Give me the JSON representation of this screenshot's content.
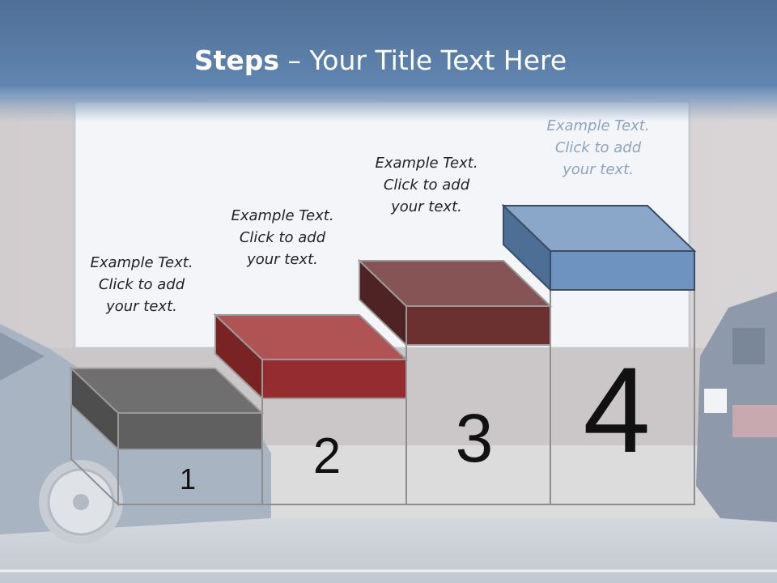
{
  "slide": {
    "title_bold": "Steps",
    "title_rest": " – Your Title Text Here"
  },
  "steps": [
    {
      "number": "1",
      "caption": [
        "Example Text.",
        "Click  to add",
        "your text."
      ],
      "color": "#6b6b6b"
    },
    {
      "number": "2",
      "caption": [
        "Example Text.",
        "Click  to add",
        "your text."
      ],
      "color": "#a9363a"
    },
    {
      "number": "3",
      "caption": [
        "Example Text.",
        "Click  to add",
        "your text."
      ],
      "color": "#6a2f2f"
    },
    {
      "number": "4",
      "caption": [
        "Example Text.",
        "Click  to add",
        "your text."
      ],
      "color": "#6f93bf"
    }
  ]
}
